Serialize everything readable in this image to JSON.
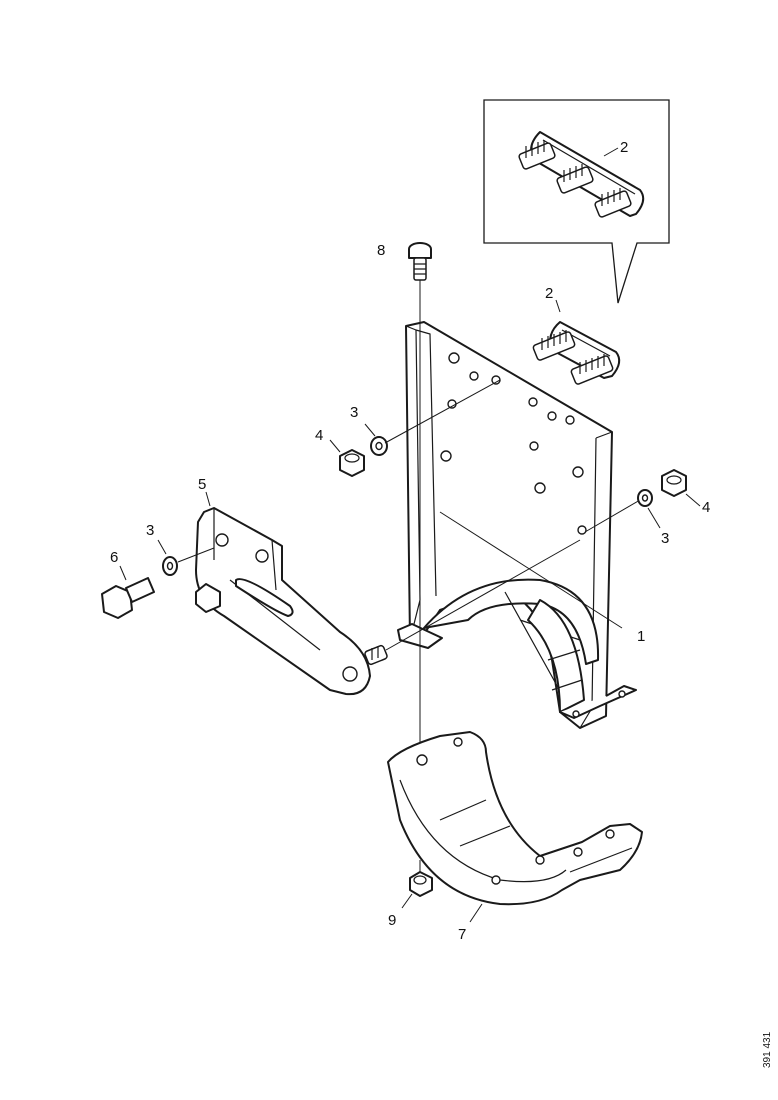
{
  "callouts": {
    "c1": "1",
    "c2_inset": "2",
    "c2": "2",
    "c3_upper": "3",
    "c3_right": "3",
    "c3_left": "3",
    "c4_left": "4",
    "c4_right": "4",
    "c5": "5",
    "c6": "6",
    "c7": "7",
    "c8": "8",
    "c9": "9"
  },
  "reference_number": "391 431"
}
